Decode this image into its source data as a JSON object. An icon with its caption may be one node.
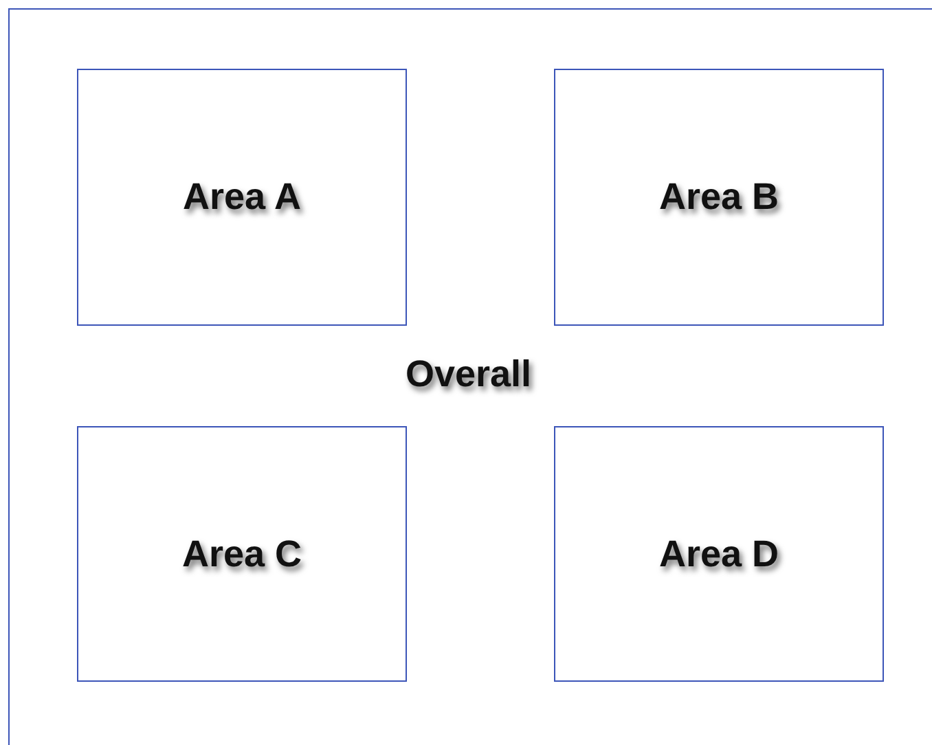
{
  "diagram": {
    "nodes": [
      {
        "text": [
          "Overall"
        ]
      },
      {
        "text": [
          "Area A"
        ],
        "in": 0
      },
      {
        "text": [
          "Area B"
        ],
        "in": 0
      },
      {
        "text": [
          "Area C"
        ],
        "in": 0
      },
      {
        "text": [
          "Area D"
        ],
        "in": 0
      }
    ]
  }
}
